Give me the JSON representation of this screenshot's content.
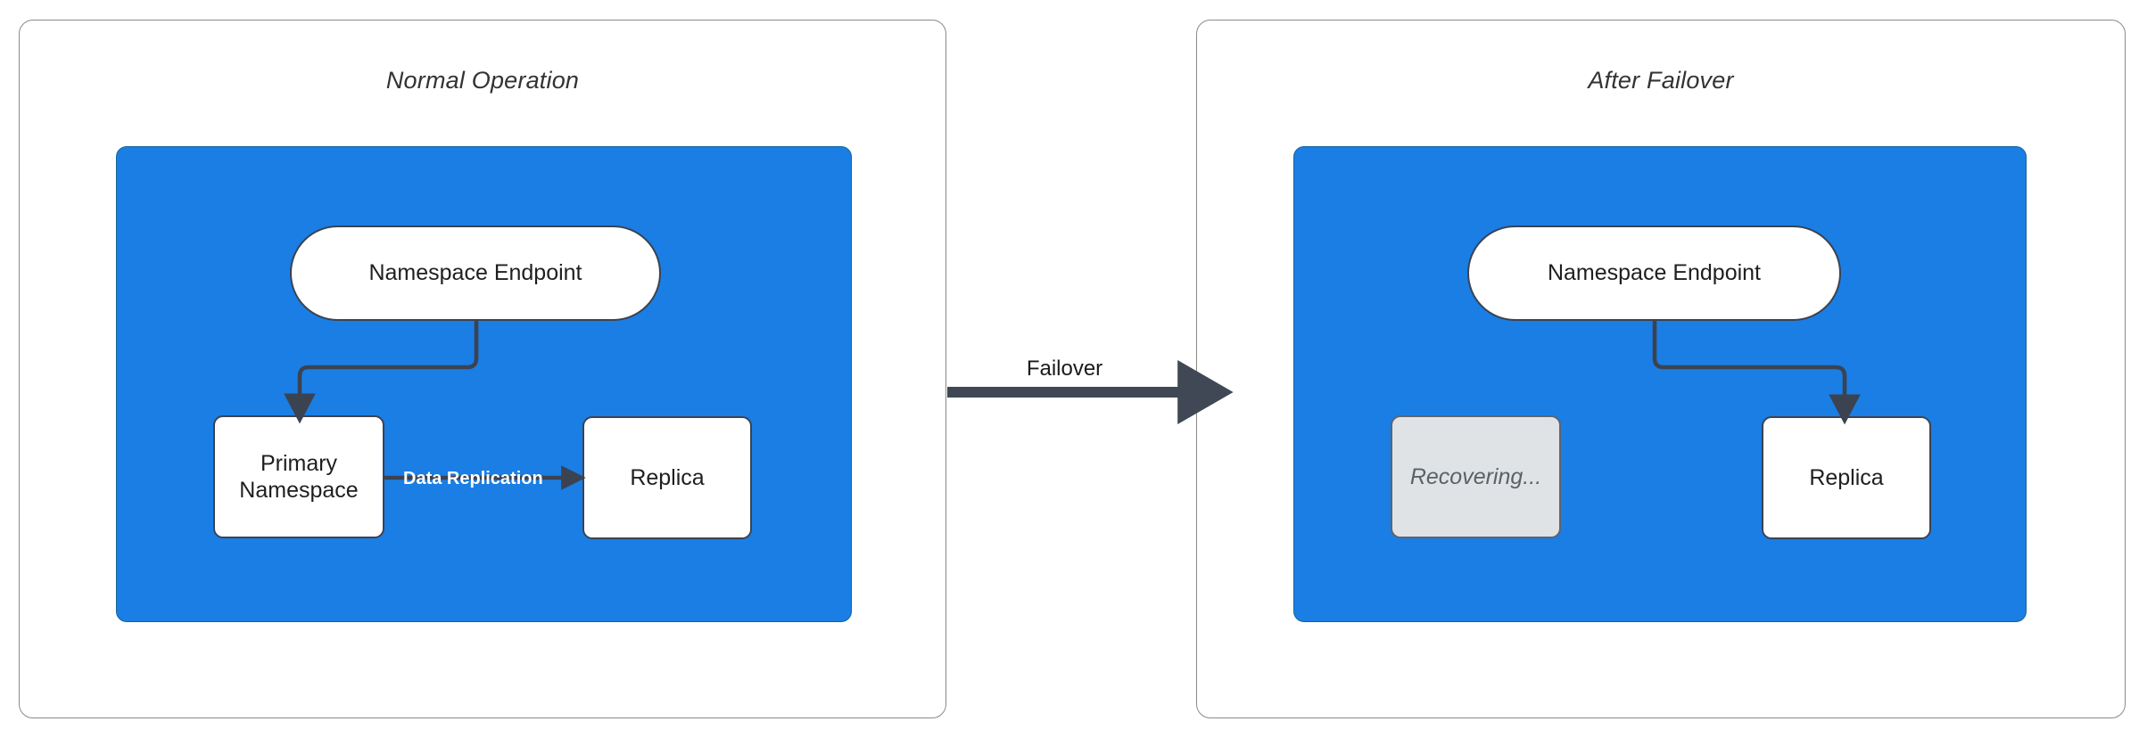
{
  "diagram": {
    "title_left": "Normal Operation",
    "title_right": "After Failover",
    "transition_label": "Failover",
    "accent_color": "#1a7ee5",
    "stroke_color": "#3b4351",
    "dim_color": "#e0e3e5"
  },
  "left_panel": {
    "title": "Normal Operation",
    "endpoint": "Namespace Endpoint",
    "primary": "Primary\nNamespace",
    "primary_line1": "Primary",
    "primary_line2": "Namespace",
    "replica": "Replica",
    "replication_label": "Data Replication"
  },
  "right_panel": {
    "title": "After Failover",
    "endpoint": "Namespace Endpoint",
    "recovering": "Recovering...",
    "replica": "Replica"
  },
  "transition": {
    "label": "Failover"
  }
}
